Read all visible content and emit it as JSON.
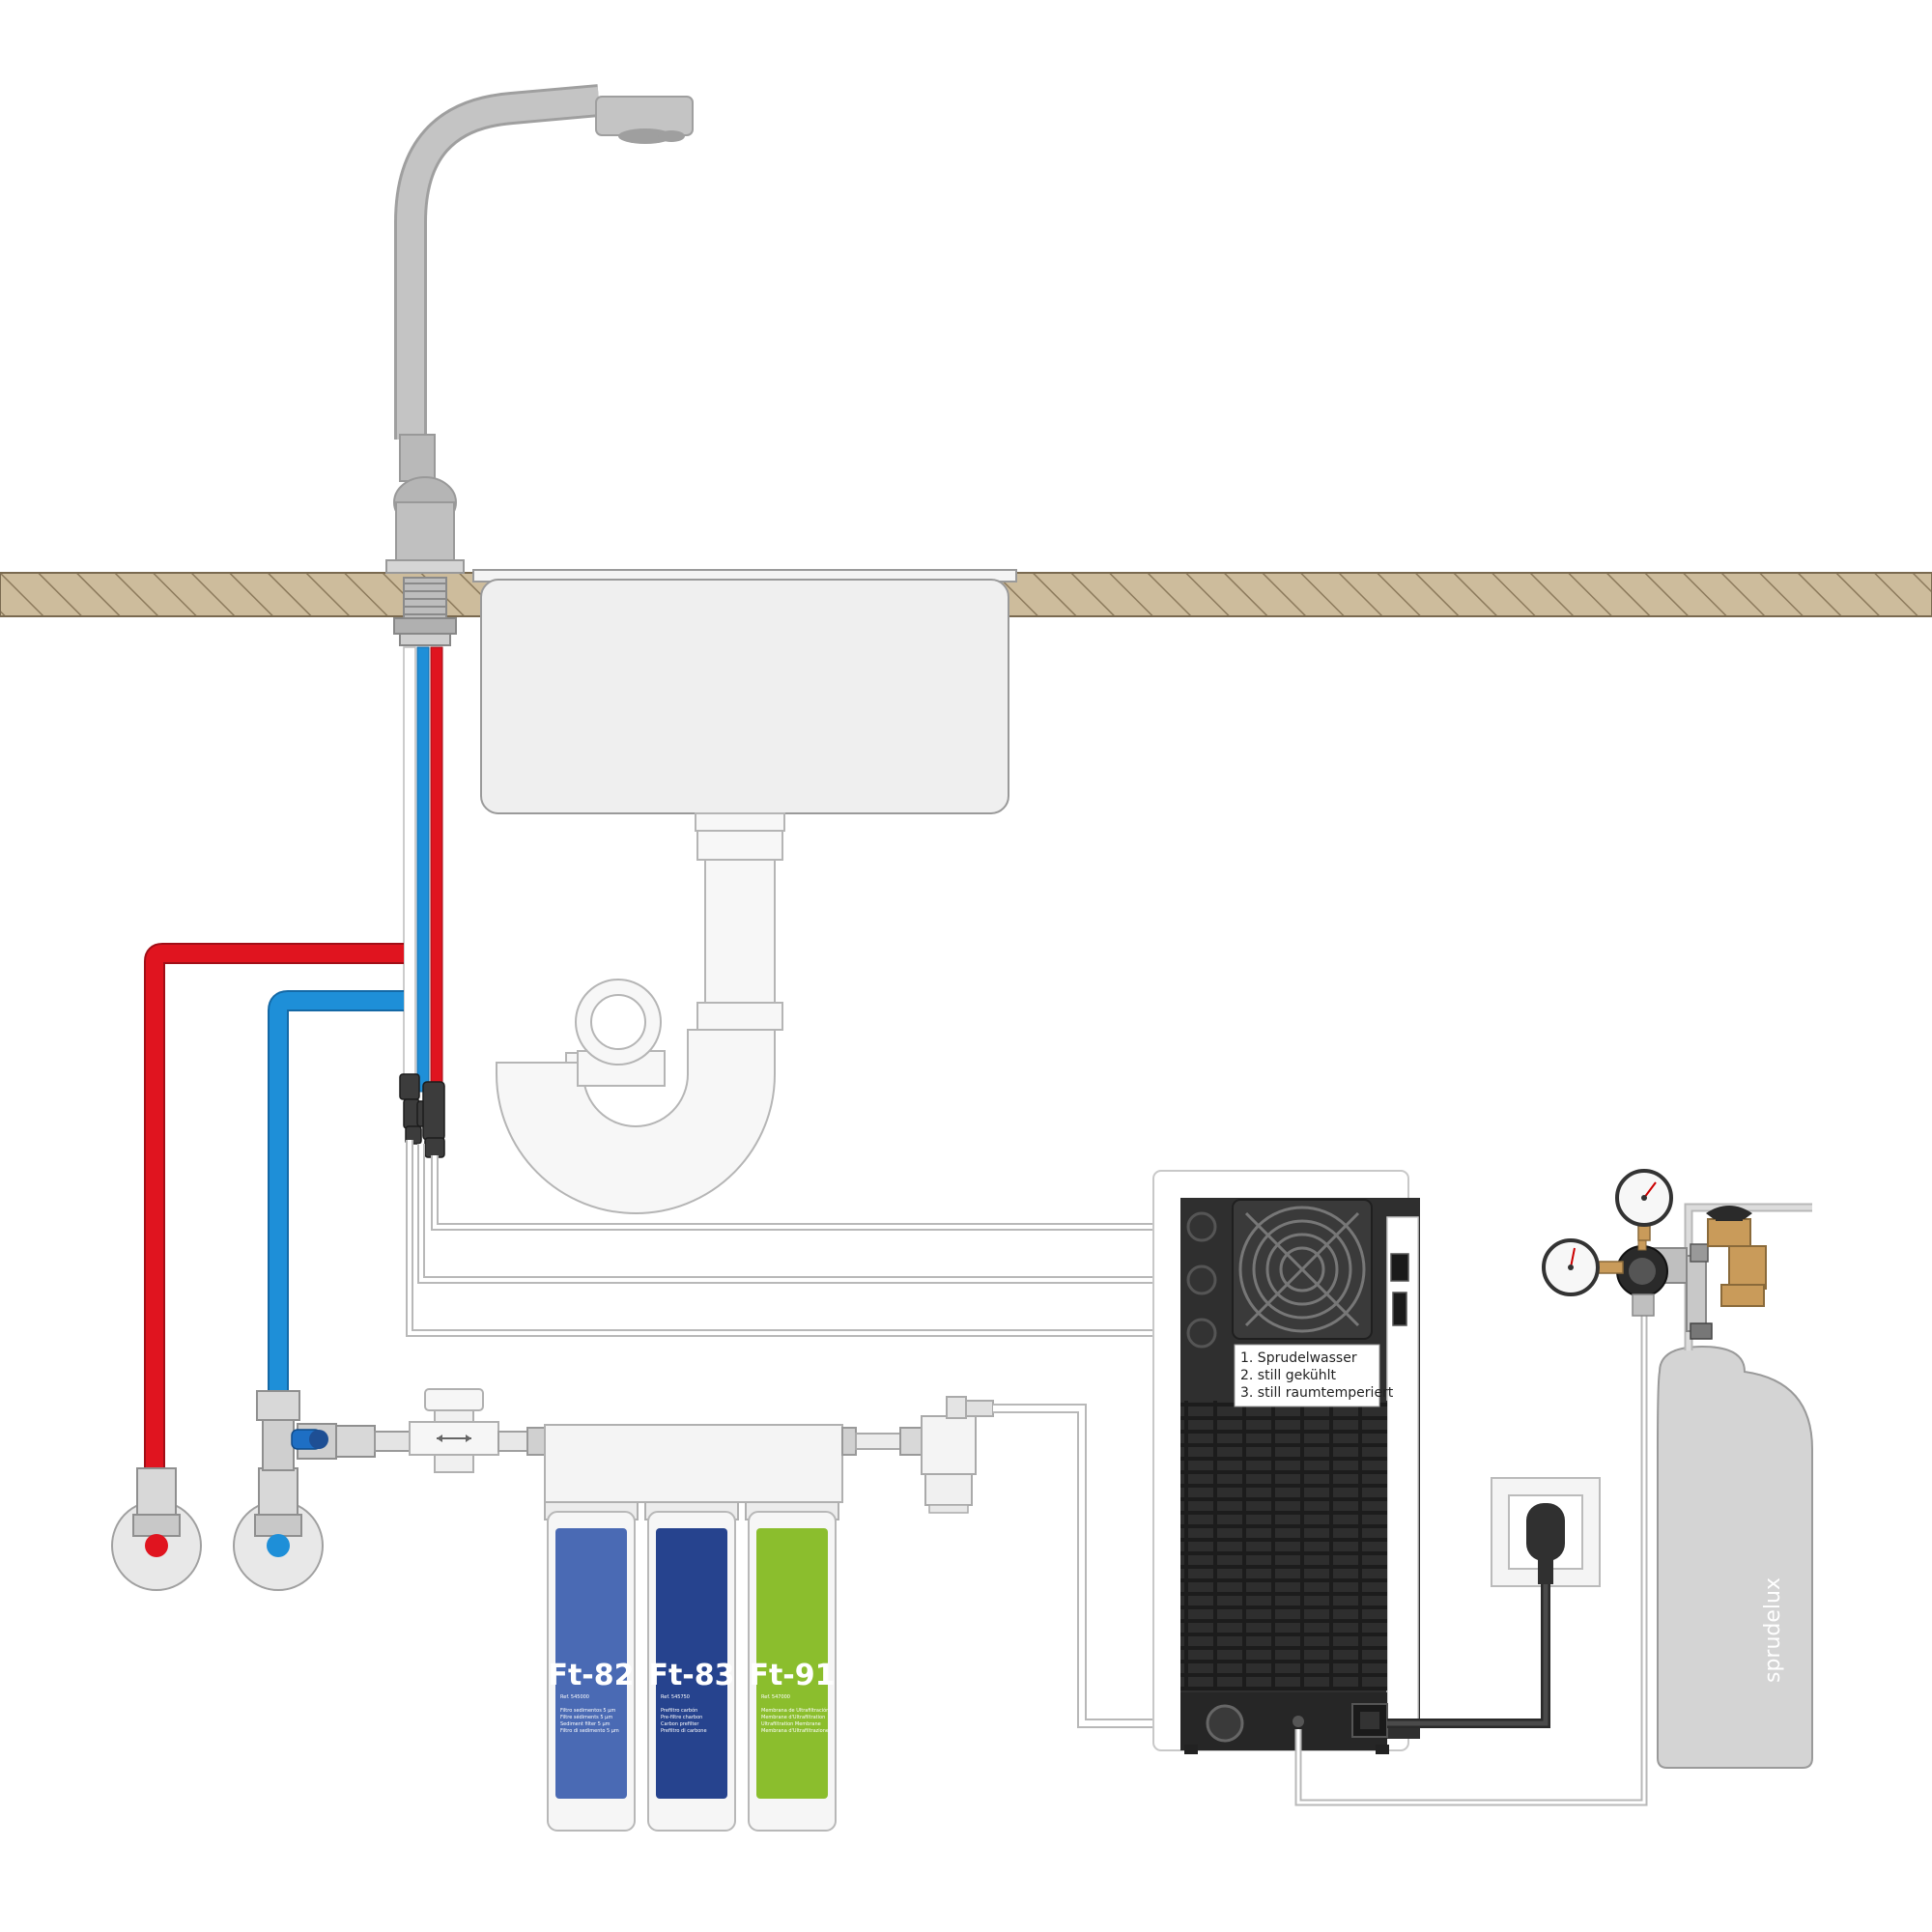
{
  "cooler": {
    "label_lines": [
      "1. Sprudelwasser",
      "2. still gekühlt",
      "3. still raumtemperiert"
    ]
  },
  "filters": [
    {
      "code": "Ft-82",
      "ref": "Ref. 545000",
      "desc": [
        "Filtro sedimentos 5 µm",
        "Filtre sédiments 5 µm",
        "Sediment filter 5 µm",
        "Filtro di sedimento 5 µm"
      ],
      "color": "#4a6ab4"
    },
    {
      "code": "Ft-83",
      "ref": "Ref. 545750",
      "desc": [
        "Prefiltro carbón",
        "Pre-filtre charbon",
        "Carbon prefilter",
        "Prefiltro di carbone"
      ],
      "color": "#26438e"
    },
    {
      "code": "Ft-91",
      "ref": "Ref. 547000",
      "desc": [
        "Membrana de Ultrafiltración",
        "Membrane d'Ultrafiltration",
        "Ultrafiltration Membrane",
        "Membrana d'Ultrafiltrazione"
      ],
      "color": "#8bbe2d"
    }
  ],
  "co2_bottle": {
    "brand": "sprudelux"
  },
  "colors": {
    "hot_pipe": "#e0141f",
    "cold_pipe": "#1e8fd8",
    "counter": "#c9b99a",
    "cooler_body": "#2f2f2f"
  }
}
